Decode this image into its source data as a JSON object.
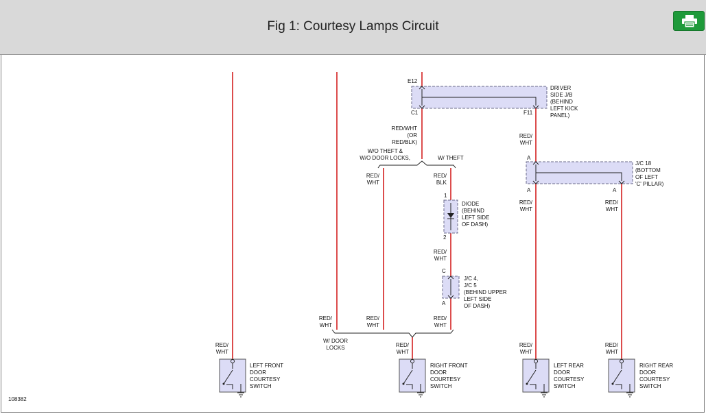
{
  "header": {
    "title": "Fig 1: Courtesy Lamps Circuit",
    "print_icon": "printer-icon"
  },
  "colors": {
    "header_bg": "#d9d9d9",
    "button": "#1e9a3a",
    "wire": "#d42020",
    "component_fill": "#dcdcf6"
  },
  "diagram": {
    "figure_number": "108382",
    "driver_jb": {
      "lines": [
        "DRIVER",
        "SIDE J/B",
        "(BEHIND",
        "LEFT KICK",
        "PANEL)"
      ],
      "pin_in": "E12",
      "pin_out_left": "C1",
      "pin_out_right": "F11"
    },
    "jc18": {
      "lines": [
        "J/C 18",
        "(BOTTOM",
        "OF LEFT",
        "'C' PILLAR)"
      ],
      "pin_top": "A",
      "pin_left": "A",
      "pin_right": "A"
    },
    "diode": {
      "lines": [
        "DIODE",
        "(BEHIND",
        "LEFT SIDE",
        "OF DASH)"
      ],
      "pin_top": "1",
      "pin_bottom": "2"
    },
    "jc4": {
      "lines": [
        "J/C 4,",
        "J/C 5",
        "(BEHIND UPPER",
        "LEFT SIDE",
        "OF DASH)"
      ],
      "pin_top": "C",
      "pin_bottom": "A"
    },
    "options": {
      "wo_theft": [
        "W/O THEFT &",
        "W/O DOOR LOCKS,"
      ],
      "w_theft": "W/ THEFT",
      "w_door_locks": [
        "W/ DOOR",
        "LOCKS"
      ]
    },
    "wire_labels": {
      "c1_wire": [
        "RED/WHT",
        "(OR",
        "RED/BLK)"
      ],
      "f11_wire": [
        "RED/",
        "WHT"
      ],
      "wo_theft_wire": [
        "RED/",
        "WHT"
      ],
      "w_theft_wire": [
        "RED/",
        "BLK"
      ],
      "diode_out_wire": [
        "RED/",
        "WHT"
      ],
      "jc4_out_wire": [
        "RED/",
        "WHT"
      ],
      "door_lock_left_wire": [
        "RED/",
        "WHT"
      ],
      "door_lock_mid_wire": [
        "RED/",
        "WHT"
      ],
      "jc18_left_wire": [
        "RED/",
        "WHT"
      ],
      "jc18_right_wire": [
        "RED/",
        "WHT"
      ],
      "lf_switch_wire": [
        "RED/",
        "WHT"
      ],
      "rf_switch_wire": [
        "RED/",
        "WHT"
      ],
      "lr_switch_wire": [
        "RED/",
        "WHT"
      ],
      "rr_switch_wire": [
        "RED/",
        "WHT"
      ]
    },
    "switches": {
      "left_front": [
        "LEFT FRONT",
        "DOOR",
        "COURTESY",
        "SWITCH"
      ],
      "right_front": [
        "RIGHT FRONT",
        "DOOR",
        "COURTESY",
        "SWITCH"
      ],
      "left_rear": [
        "LEFT REAR",
        "DOOR",
        "COURTESY",
        "SWITCH"
      ],
      "right_rear": [
        "RIGHT REAR",
        "DOOR",
        "COURTESY",
        "SWITCH"
      ]
    }
  }
}
